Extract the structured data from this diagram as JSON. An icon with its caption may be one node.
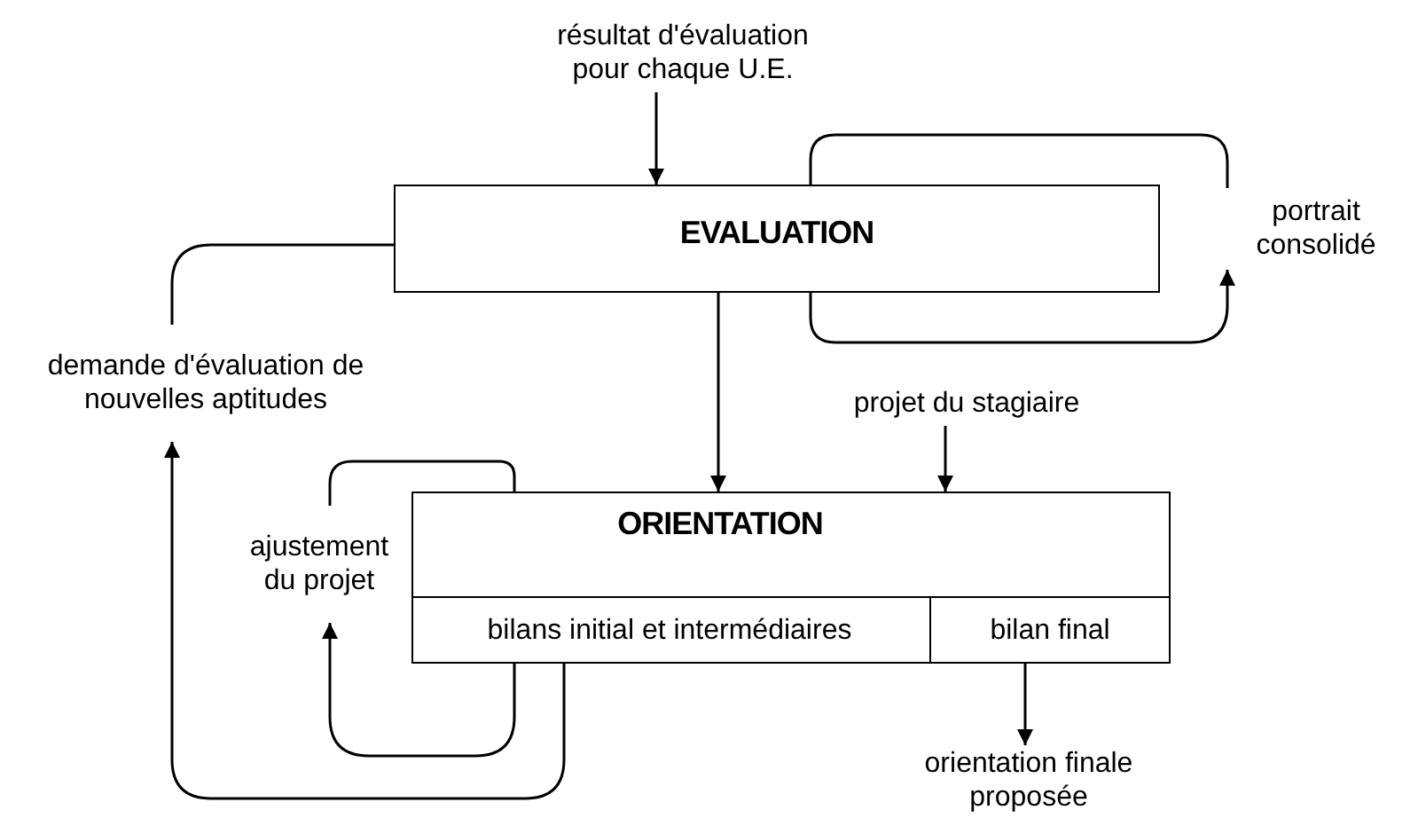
{
  "diagram": {
    "nodes": [
      {
        "text": [
          "EVALUATION"
        ]
      },
      {
        "text": [
          "ORIENTATION"
        ]
      },
      {
        "text": [
          "bilans initial et intermédiaires"
        ],
        "in": 1
      },
      {
        "text": [
          "bilan final"
        ],
        "in": 1
      },
      {
        "text": [
          "résultat d'évaluation pour chaque U.E."
        ]
      },
      {
        "text": [
          "portrait consolidé"
        ]
      },
      {
        "text": [
          "demande d'évaluation de nouvelles aptitudes"
        ]
      },
      {
        "text": [
          "projet du stagiaire"
        ]
      },
      {
        "text": [
          "ajustement du projet"
        ]
      },
      {
        "text": [
          "orientation finale proposée"
        ]
      }
    ],
    "edges": [
      {
        "from": 4,
        "to": 0,
        "arrow": "to"
      },
      {
        "from": 0,
        "to": 1,
        "arrow": "to"
      },
      {
        "from": 7,
        "to": 1,
        "arrow": "to"
      },
      {
        "from": 3,
        "to": 9,
        "arrow": "to"
      },
      {
        "from": 0,
        "to": 5,
        "arrow": "to"
      },
      {
        "from": 5,
        "to": 0,
        "arrow": "none"
      },
      {
        "from": 2,
        "to": 6,
        "arrow": "to"
      },
      {
        "from": 6,
        "to": 0,
        "arrow": "none"
      },
      {
        "from": 2,
        "to": 8,
        "arrow": "to"
      },
      {
        "from": 8,
        "to": 1,
        "arrow": "none"
      }
    ]
  }
}
